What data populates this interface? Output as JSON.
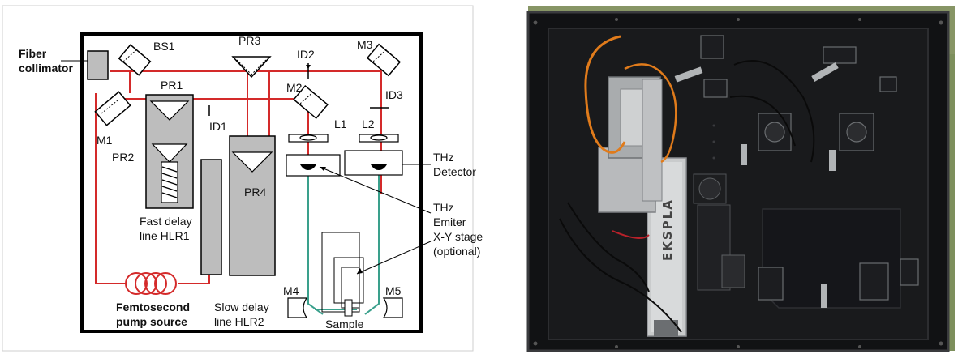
{
  "schematic": {
    "labels": {
      "fiber_collimator_1": "Fiber",
      "fiber_collimator_2": "collimator",
      "bs1": "BS1",
      "pr3": "PR3",
      "id2": "ID2",
      "m3": "M3",
      "pr1": "PR1",
      "m2": "M2",
      "id3": "ID3",
      "id1": "ID1",
      "l1": "L1",
      "l2": "L2",
      "m1": "M1",
      "pr2": "PR2",
      "pr4": "PR4",
      "thz_detector_1": "THz",
      "thz_detector_2": "Detector",
      "thz_emitter_1": "THz",
      "thz_emitter_2": "Emiter",
      "fast_delay_1": "Fast delay",
      "fast_delay_2": "line HLR1",
      "xy_stage_1": "X-Y stage",
      "xy_stage_2": "(optional)",
      "femto_1": "Femtosecond",
      "femto_2": "pump source",
      "slow_delay_1": "Slow delay",
      "slow_delay_2": "line HLR2",
      "m4": "M4",
      "m5": "M5",
      "sample": "Sample"
    },
    "colors": {
      "laser_path": "#d42a2a",
      "thz_path": "#3aa08c",
      "component_fill": "#bdbdbd",
      "frame": "#000000"
    }
  },
  "photo": {
    "brand": "EKSPLA",
    "colors": {
      "enclosure": "#111214",
      "breadboard": "#191a1c",
      "background": "#7d8f5c"
    }
  }
}
